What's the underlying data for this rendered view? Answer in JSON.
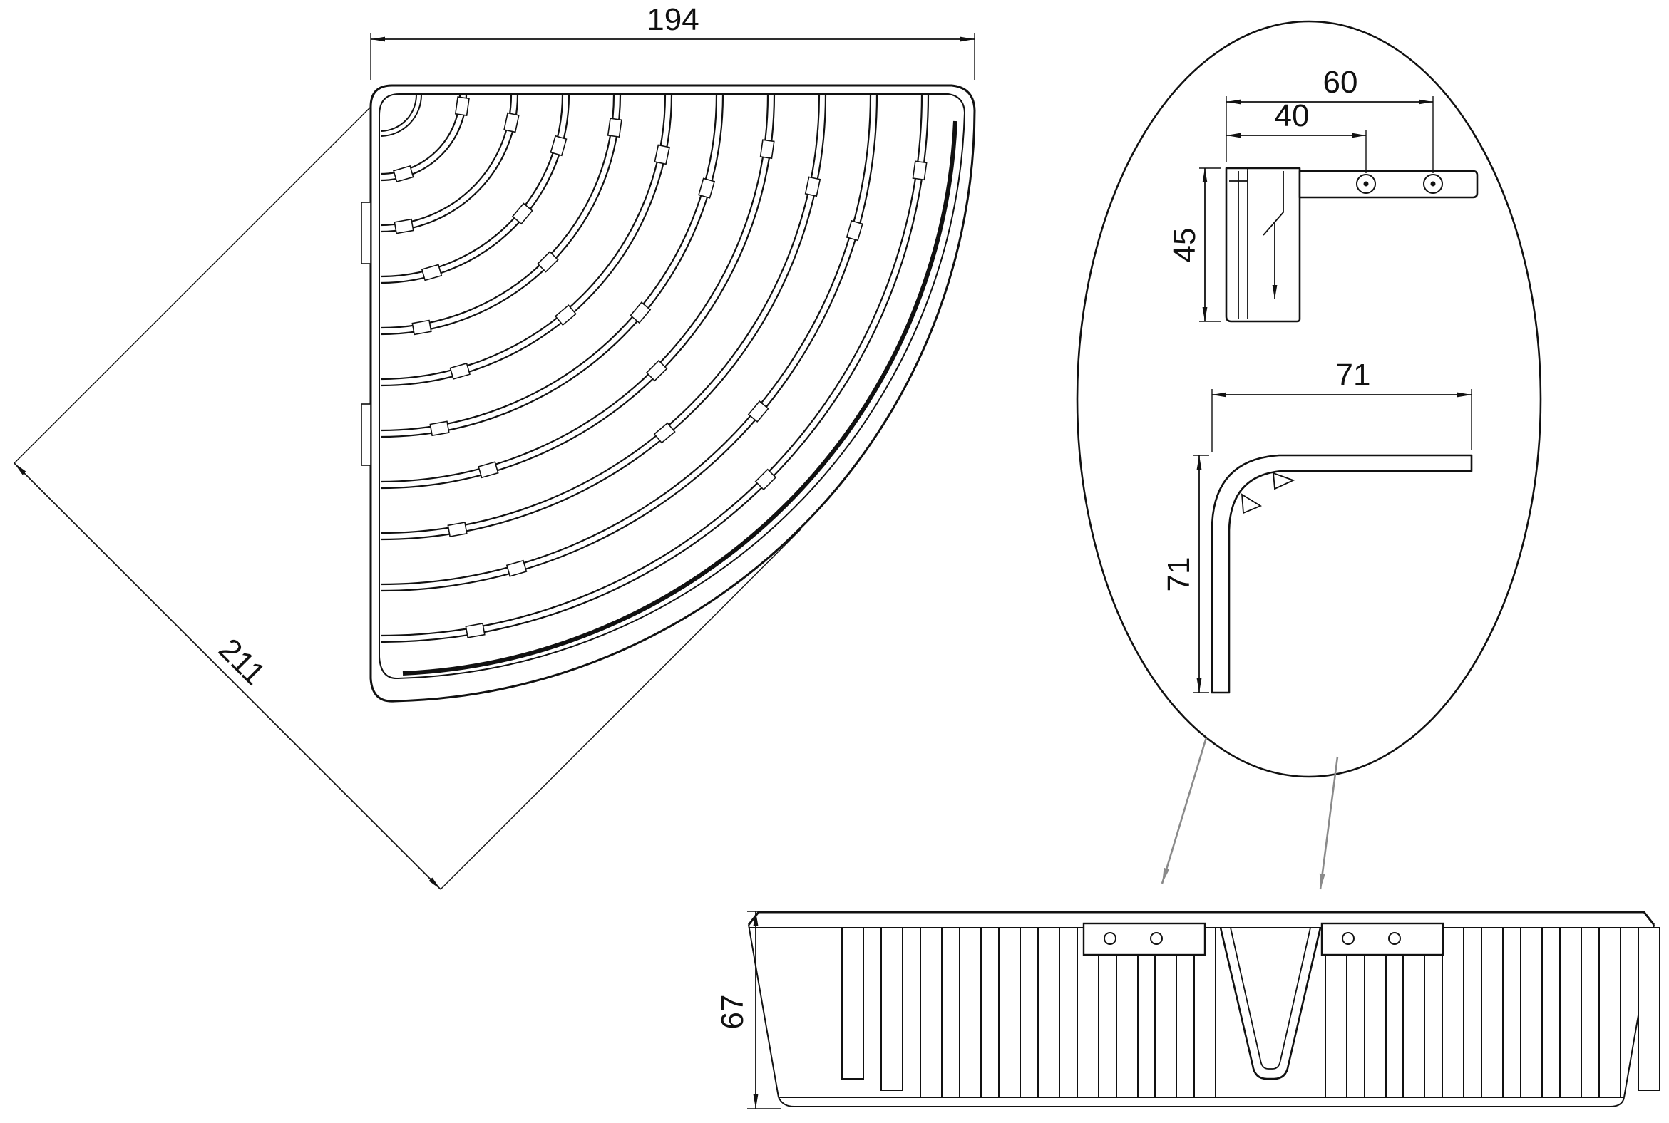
{
  "drawing": {
    "top_view": {
      "width": "194",
      "diagonal": "211"
    },
    "detail_bubble": {
      "bracket": {
        "hole_outer": "60",
        "hole_inner": "40",
        "height": "45"
      },
      "corner_profile": {
        "width": "71",
        "height": "71"
      }
    },
    "front_view": {
      "height": "67"
    },
    "colors": {
      "line": "#111111",
      "leader": "#8a8a8a",
      "background": "#ffffff"
    }
  }
}
